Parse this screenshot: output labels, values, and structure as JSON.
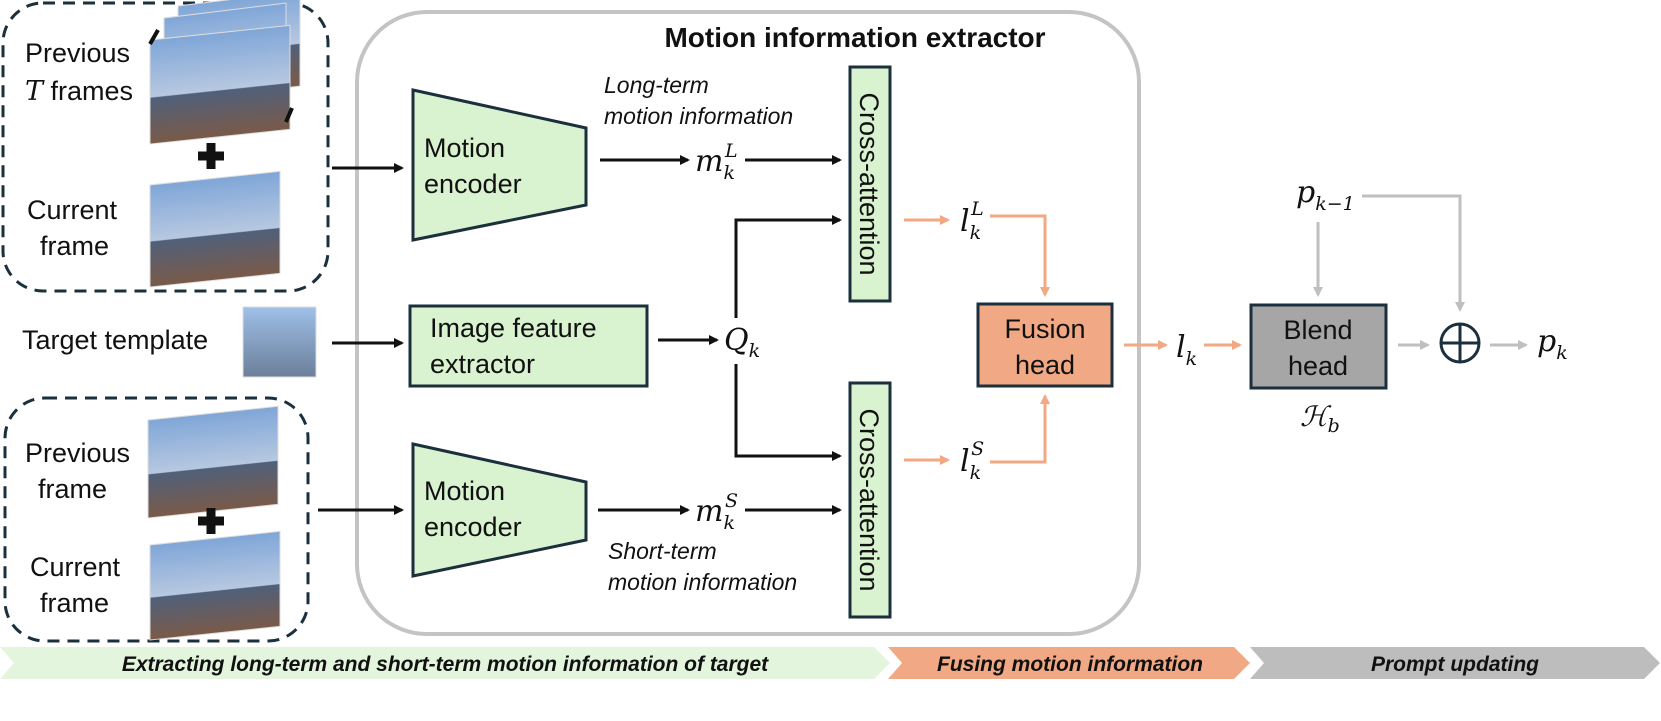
{
  "title": "Motion information extractor",
  "inputs": {
    "long_prev_label_1": "Previous",
    "long_prev_label_2_var": "T",
    "long_prev_label_2_rest": " frames",
    "long_cur_label_1": "Current",
    "long_cur_label_2": "frame",
    "target_template": "Target template",
    "short_prev_label_1": "Previous",
    "short_prev_label_2": "frame",
    "short_cur_label_1": "Current",
    "short_cur_label_2": "frame"
  },
  "blocks": {
    "motion_encoder_top_1": "Motion",
    "motion_encoder_top_2": "encoder",
    "image_feature_1": "Image feature",
    "image_feature_2": "extractor",
    "motion_encoder_bot_1": "Motion",
    "motion_encoder_bot_2": "encoder",
    "cross_attention_top": "Cross-attention",
    "cross_attention_bot": "Cross-attention",
    "fusion_head_1": "Fusion",
    "fusion_head_2": "head",
    "blend_head_1": "Blend",
    "blend_head_2": "head"
  },
  "annotations": {
    "long_term_1": "Long-term",
    "long_term_2": "motion information",
    "short_term_1": "Short-term",
    "short_term_2": "motion information"
  },
  "math": {
    "m_L_base": "m",
    "m_L_sub": "k",
    "m_L_sup": "L",
    "m_S_base": "m",
    "m_S_sub": "k",
    "m_S_sup": "S",
    "Q_base": "Q",
    "Q_sub": "k",
    "l_L_base": "l",
    "l_L_sub": "k",
    "l_L_sup": "L",
    "l_S_base": "l",
    "l_S_sub": "k",
    "l_S_sup": "S",
    "l_base": "l",
    "l_sub": "k",
    "p_prev_base": "p",
    "p_prev_sub": "k−1",
    "p_base": "p",
    "p_sub": "k",
    "H_base": "ℋ",
    "H_sub": "b",
    "oplus": "⊕"
  },
  "banners": {
    "stage1": "Extracting long-term and short-term motion information of target",
    "stage2": "Fusing motion information",
    "stage3": "Prompt updating"
  },
  "colors": {
    "green_fill": "#d9f2d0",
    "green_banner": "#e3f5dc",
    "dark_stroke": "#1b2f3d",
    "orange_fill": "#f1a985",
    "orange_arrow": "#f2a882",
    "gray_fill": "#a6a6a6",
    "gray_arrow": "#bfbfbf",
    "gray_banner": "#bdbdbd"
  }
}
